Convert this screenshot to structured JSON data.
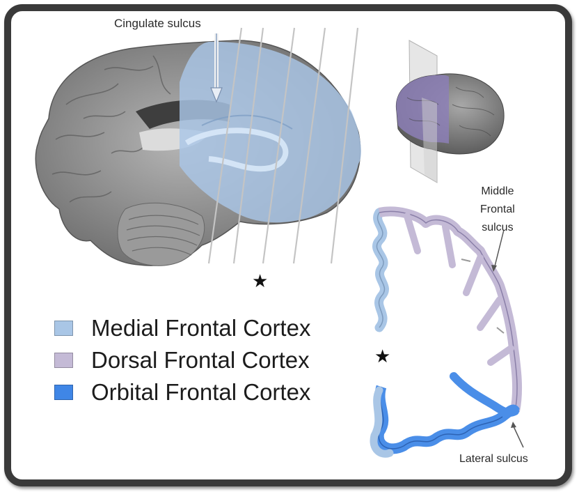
{
  "labels": {
    "cingulate_sulcus": "Cingulate sulcus",
    "middle_frontal_sulcus": [
      "Middle",
      "Frontal",
      "sulcus"
    ],
    "lateral_sulcus": "Lateral sulcus"
  },
  "star_symbol": "★",
  "legend": [
    {
      "label": "Medial Frontal Cortex",
      "color": "#a9c6e6"
    },
    {
      "label": "Dorsal Frontal Cortex",
      "color": "#c4bad6"
    },
    {
      "label": "Orbital Frontal Cortex",
      "color": "#3f86e6"
    }
  ],
  "colors": {
    "frame_border": "#3a3a3a",
    "brain_gray": "#8a8a8a",
    "medial_overlay": "#a9c6e6",
    "dorsal_overlay": "#b8aed0",
    "orbital_overlay": "#4a8ee8"
  }
}
